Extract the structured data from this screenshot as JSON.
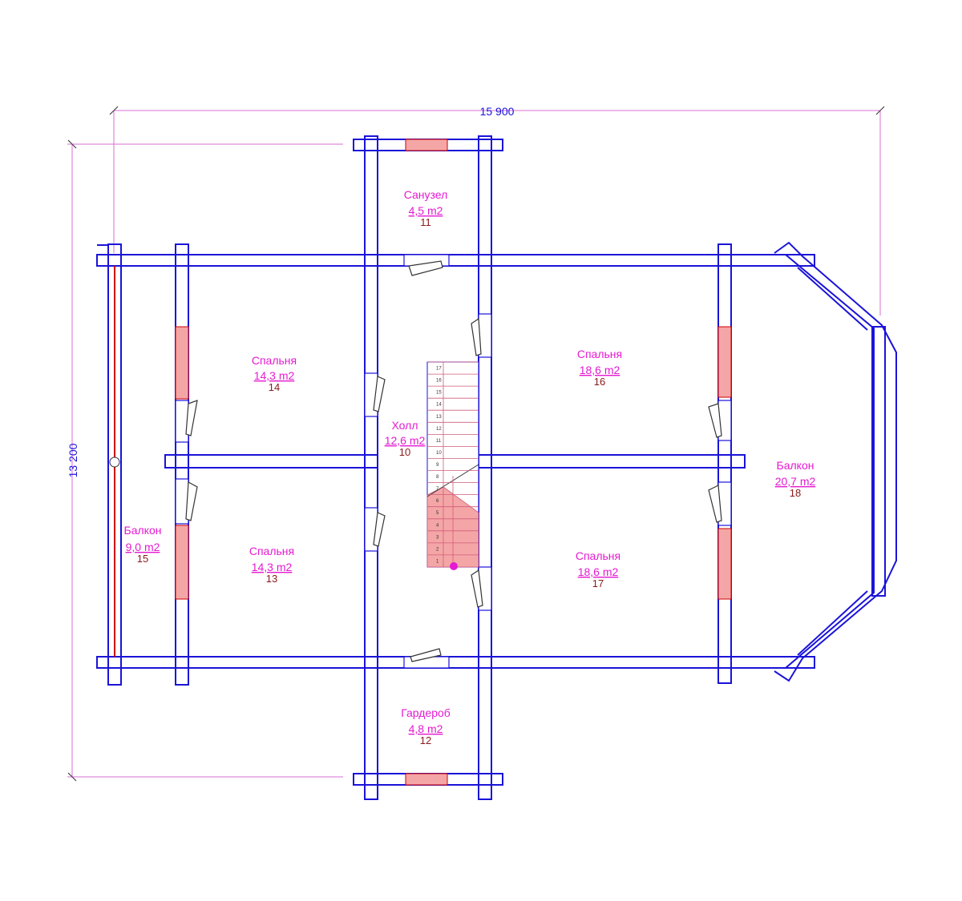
{
  "dimensions": {
    "width_label": "15 900",
    "height_label": "13 200"
  },
  "rooms": [
    {
      "id": "11",
      "name": "Санузел",
      "area": "4,5 m2",
      "number": "11"
    },
    {
      "id": "12",
      "name": "Гардероб",
      "area": "4,8 m2",
      "number": "12"
    },
    {
      "id": "14",
      "name": "Спальня",
      "area": "14,3 m2",
      "number": "14"
    },
    {
      "id": "13",
      "name": "Спальня",
      "area": "14,3 m2",
      "number": "13"
    },
    {
      "id": "10",
      "name": "Холл",
      "area": "12,6 m2",
      "number": "10"
    },
    {
      "id": "16",
      "name": "Спальня",
      "area": "18,6 m2",
      "number": "16"
    },
    {
      "id": "17",
      "name": "Спальня",
      "area": "18,6 m2",
      "number": "17"
    },
    {
      "id": "15",
      "name": "Балкон",
      "area": "9,0 m2",
      "number": "15"
    },
    {
      "id": "18",
      "name": "Балкон",
      "area": "20,7 m2",
      "number": "18"
    }
  ],
  "stairs": {
    "steps": [
      "1",
      "2",
      "3",
      "4",
      "5",
      "6",
      "7",
      "8",
      "9",
      "10",
      "11",
      "12",
      "13",
      "14",
      "15",
      "16",
      "17"
    ]
  },
  "colors": {
    "wall": "#1a13d8",
    "dimension": "#d96fd4",
    "room_label": "#e51ad1",
    "room_number": "#8a1a1a",
    "window_fill": "#f4a6a6",
    "stair_fill": "#f4a6a6"
  }
}
